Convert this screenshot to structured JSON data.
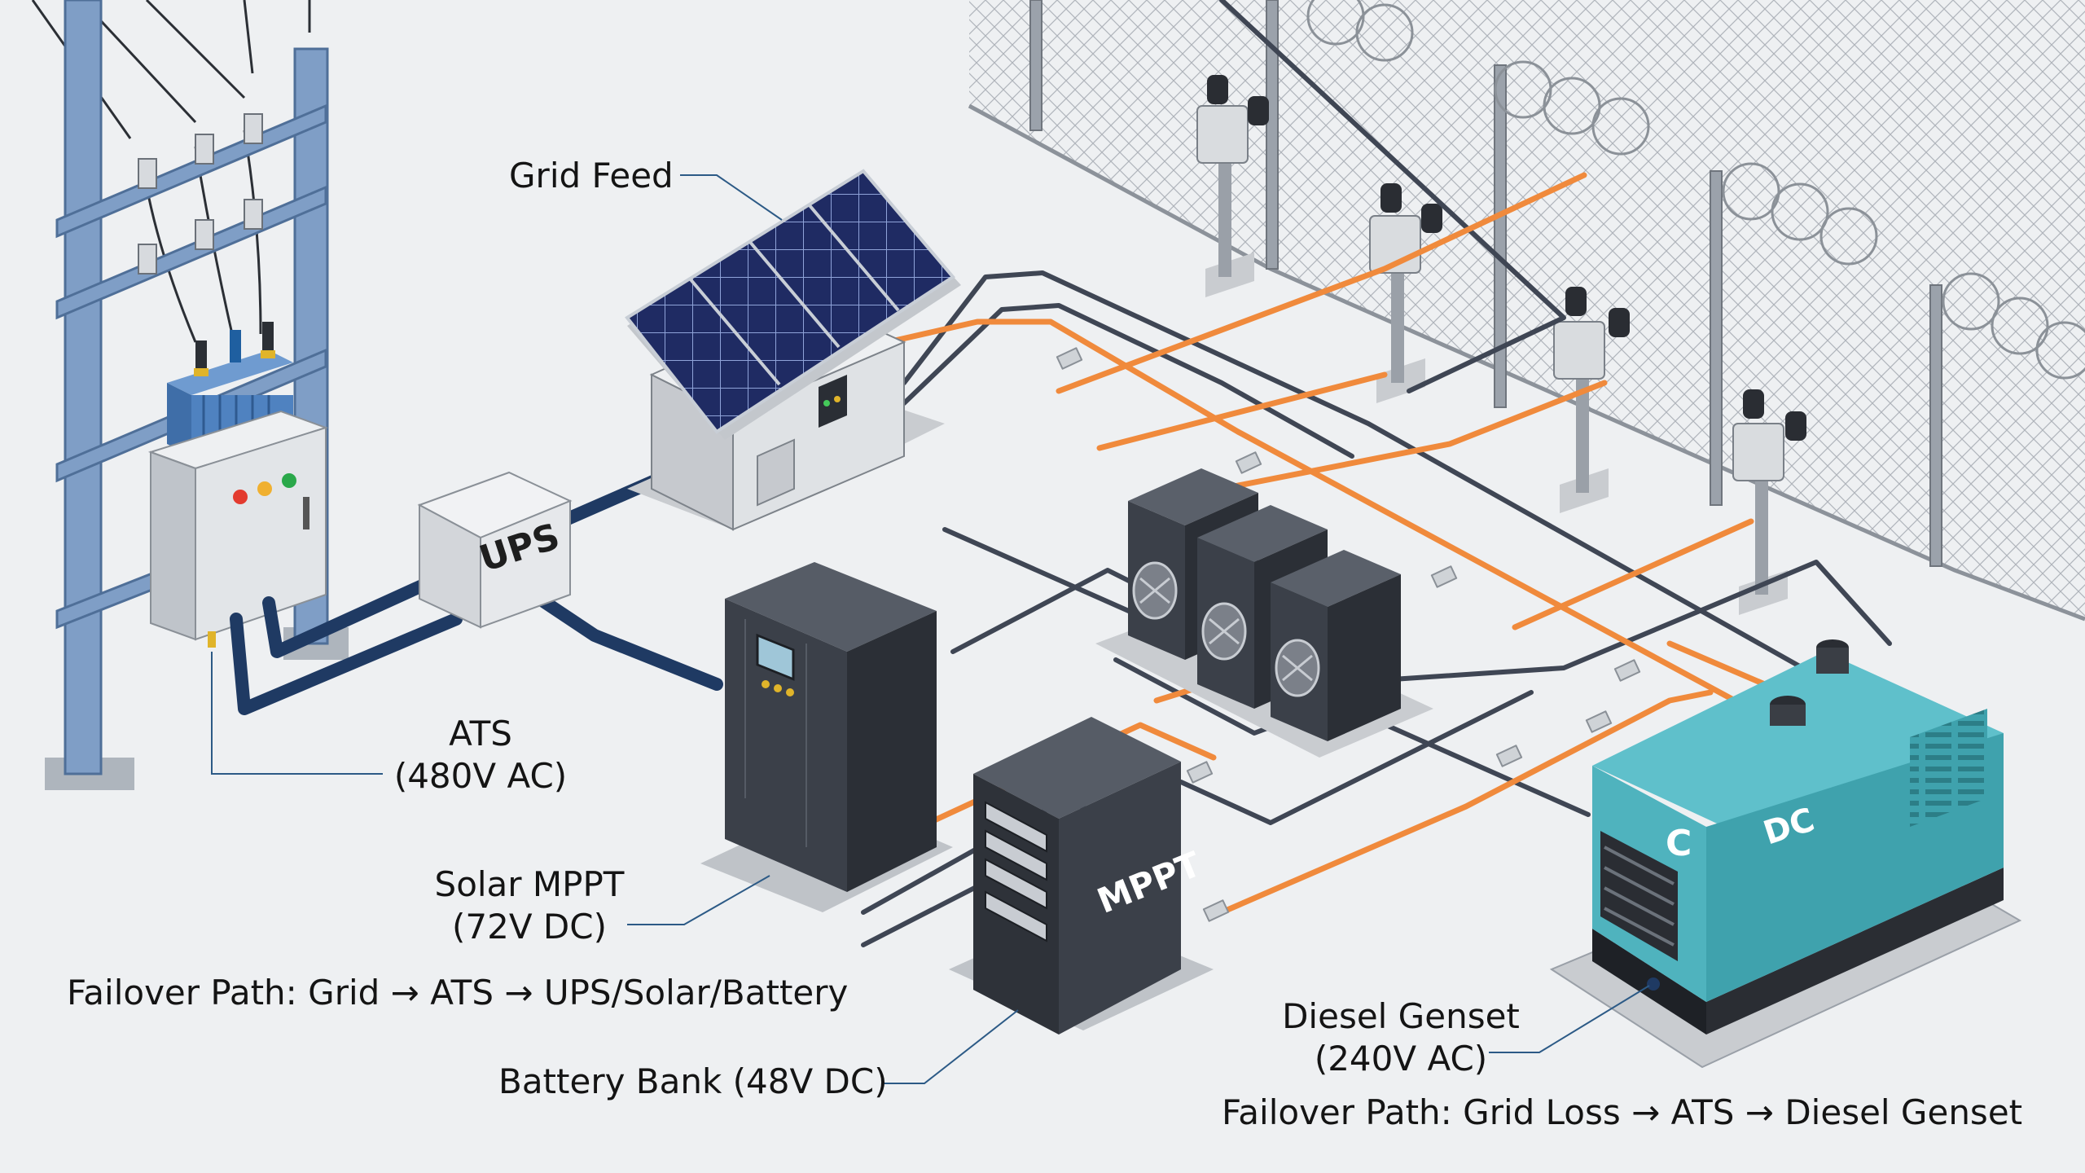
{
  "labels": {
    "grid_feed": "Grid Feed",
    "ats": "ATS",
    "ats_spec": "(480V AC)",
    "solar_mppt": "Solar MPPT",
    "solar_mppt_spec": "(72V DC)",
    "failover_path_1": "Failover Path: Grid → ATS → UPS/Solar/Battery",
    "battery_bank": "Battery Bank (48V DC)",
    "diesel_genset": "Diesel Genset",
    "diesel_genset_spec": "(240V AC)",
    "failover_path_2": "Failover Path: Grid Loss → ATS → Diesel Genset"
  },
  "equipment_text": {
    "ups_box": "UPS",
    "mppt_cabinet": "MPPT",
    "genset_left": "C",
    "genset_right": "DC"
  },
  "colors": {
    "background": "#eef0f2",
    "ac_cable": "#f08a3c",
    "dc_cable": "#3f4654",
    "conduit": "#1f3a63",
    "genset_body": "#4fb3be",
    "cabinet": "#3b4049",
    "pole": "#7f9ec6",
    "solar_cell": "#1f2b63",
    "leader_line": "#2c5a86"
  },
  "icons": [
    "utility-pole-icon",
    "transformer-icon",
    "solar-panel-icon",
    "fan-icon",
    "cctv-camera-icon",
    "razor-wire-fence-icon"
  ]
}
